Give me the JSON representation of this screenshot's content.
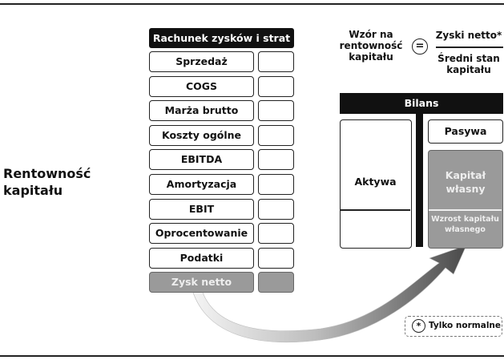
{
  "side_title": "Rentowność kapitału",
  "income_statement": {
    "header": "Rachunek zysków i strat",
    "rows": [
      "Sprzedaż",
      "COGS",
      "Marża brutto",
      "Koszty ogólne",
      "EBITDA",
      "Amortyzacja",
      "EBIT",
      "Oprocentowanie",
      "Podatki",
      "Zysk netto"
    ],
    "highlighted_row": "Zysk netto"
  },
  "formula": {
    "label": "Wzór na rentowność kapitału",
    "equals": "=",
    "numerator": "Zyski netto*",
    "denominator": "Średni stan kapitału"
  },
  "balance_sheet": {
    "header": "Bilans",
    "assets": "Aktywa",
    "liabilities": "Pasywa",
    "equity": "Kapitał własny",
    "equity_growth": "Wzrost kapitału własnego"
  },
  "legend": {
    "symbol": "*",
    "text": "Tylko normalne"
  },
  "colors": {
    "dark": "#111111",
    "highlight_grey": "#9a9a9a",
    "arrow_light": "#f2f2f2",
    "arrow_dark": "#555555"
  }
}
